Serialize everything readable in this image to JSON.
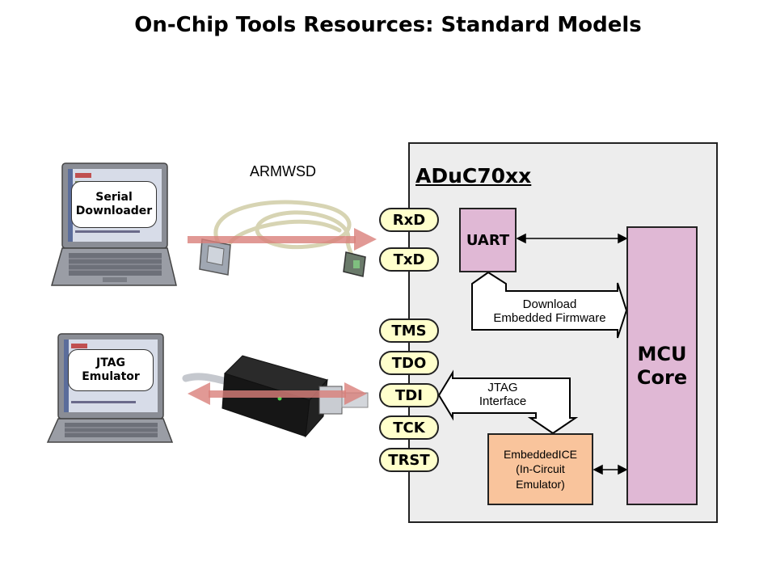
{
  "title": "On-Chip Tools Resources: Standard Models",
  "chip": {
    "name": "ADuC70xx"
  },
  "pins": [
    "RxD",
    "TxD",
    "TMS",
    "TDO",
    "TDI",
    "TCK",
    "TRST"
  ],
  "blocks": {
    "uart": "UART",
    "mcu_line1": "MCU",
    "mcu_line2": "Core",
    "ice_line1": "EmbeddedICE",
    "ice_line2": "(In-Circuit",
    "ice_line3": "Emulator)"
  },
  "arrows": {
    "download_line1": "Download",
    "download_line2": "Embedded Firmware",
    "jtag_line1": "JTAG",
    "jtag_line2": "Interface"
  },
  "cables": {
    "serial": "ARMWSD"
  },
  "pcs": {
    "serial_line1": "Serial",
    "serial_line2": "Downloader",
    "jtag_line1": "JTAG",
    "jtag_line2": "Emulator"
  },
  "colors": {
    "pin_fill": "#ffffcc",
    "block_pink": "#e0b8d5",
    "block_orange": "#f9c49c",
    "chip_bg": "#ededed",
    "signal_arrow": "#d9807a"
  }
}
